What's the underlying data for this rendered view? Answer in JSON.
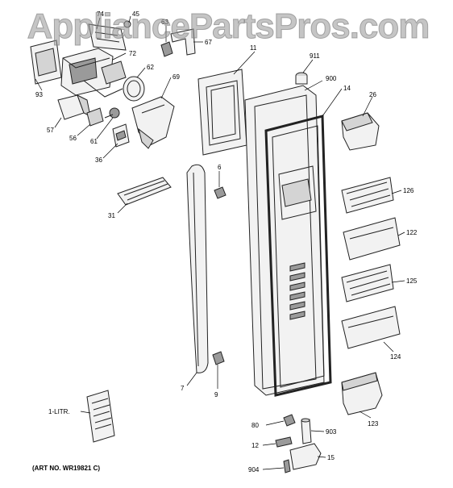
{
  "watermark": "AppliancePartsPros.com",
  "art_number": "(ART NO. WR19821 C)",
  "callouts": [
    "74",
    "45",
    "63",
    "67",
    "11",
    "911",
    "72",
    "93",
    "62",
    "900",
    "69",
    "14",
    "26",
    "57",
    "56",
    "61",
    "36",
    "6",
    "126",
    "31",
    "122",
    "125",
    "124",
    "7",
    "9",
    "1-LITR.",
    "123",
    "80",
    "903",
    "12",
    "15",
    "904"
  ]
}
